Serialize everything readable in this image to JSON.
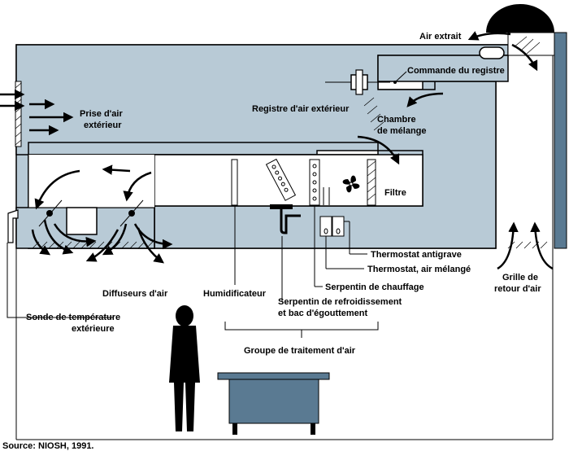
{
  "labels": {
    "air_extrait": "Air extrait",
    "commande_registre": "Commande du registre",
    "prise_air_line1": "Prise d'air",
    "prise_air_line2": "extérieur",
    "registre_air_ext": "Registre d'air extérieur",
    "chambre_line1": "Chambre",
    "chambre_line2": "de mélange",
    "filtre": "Filtre",
    "thermostat_antigrave": "Thermostat antigrave",
    "thermostat_melange": "Thermostat, air mélangé",
    "serpentin_chauffage": "Serpentin de chauffage",
    "serpentin_refroid_line1": "Serpentin de refroidissement",
    "serpentin_refroid_line2": "et bac d'égouttement",
    "diffuseurs": "Diffuseurs d'air",
    "humidificateur": "Humidificateur",
    "grille_line1": "Grille de",
    "grille_line2": "retour d'air",
    "sonde_line1": "Sonde de température",
    "sonde_line2": "extérieure",
    "groupe": "Groupe de traitement d'air",
    "source": "Source: NIOSH, 1991."
  },
  "colors": {
    "duct": "#b8cad6",
    "equipment": "#5a7a92",
    "wall": "#5a7a92"
  }
}
